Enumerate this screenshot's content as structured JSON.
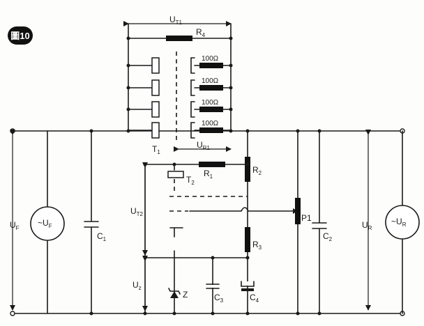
{
  "badge": {
    "label": "圖10"
  },
  "labels": {
    "ut1": {
      "main": "U",
      "sub": "T1"
    },
    "r4": "R",
    "r4_sub": "4",
    "ohm": [
      "100Ω",
      "100Ω",
      "100Ω",
      "100Ω"
    ],
    "t1": {
      "main": "T",
      "sub": "1"
    },
    "ur1": {
      "main": "U",
      "sub": "R1"
    },
    "r1": {
      "main": "R",
      "sub": "1"
    },
    "t2": {
      "main": "T",
      "sub": "2"
    },
    "r2": {
      "main": "R",
      "sub": "2"
    },
    "ut2": {
      "main": "U",
      "sub": "T2"
    },
    "p1": "P1",
    "r3": {
      "main": "R",
      "sub": "3"
    },
    "uf": {
      "main": "U",
      "sub": "F"
    },
    "src_left": {
      "main": "~U",
      "sub": "F"
    },
    "c1": {
      "main": "C",
      "sub": "1"
    },
    "c2": {
      "main": "C",
      "sub": "2"
    },
    "ur": {
      "main": "U",
      "sub": "R"
    },
    "src_right": {
      "main": "~U",
      "sub": "R"
    },
    "uz": {
      "main": "U",
      "sub": "z"
    },
    "z": "Z",
    "c3": {
      "main": "C",
      "sub": "3"
    },
    "c4": {
      "main": "C",
      "sub": "4"
    }
  }
}
